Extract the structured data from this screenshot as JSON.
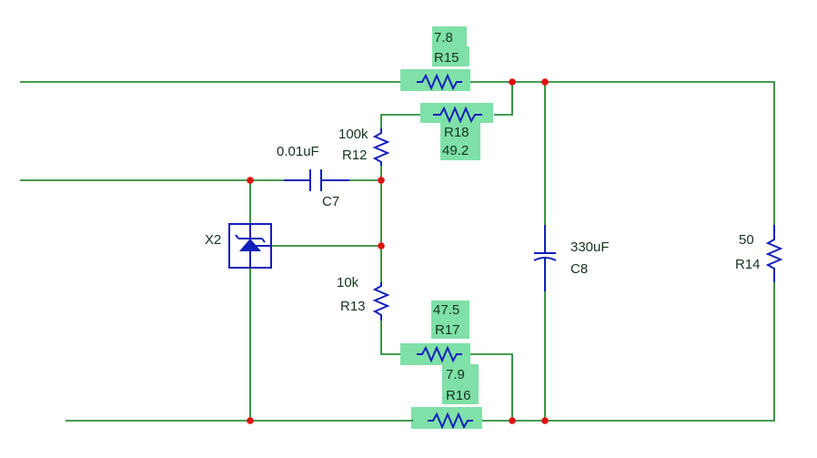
{
  "components": {
    "R15": {
      "ref": "R15",
      "value": "7.8"
    },
    "R18": {
      "ref": "R18",
      "value": "49.2"
    },
    "R12": {
      "ref": "R12",
      "value": "100k"
    },
    "C7": {
      "ref": "C7",
      "value": "0.01uF"
    },
    "X2": {
      "ref": "X2"
    },
    "R13": {
      "ref": "R13",
      "value": "10k"
    },
    "R17": {
      "ref": "R17",
      "value": "47.5"
    },
    "R16": {
      "ref": "R16",
      "value": "7.9"
    },
    "C8": {
      "ref": "C8",
      "value": "330uF"
    },
    "R14": {
      "ref": "R14",
      "value": "50"
    }
  },
  "colors": {
    "wire": "#0a7a1a",
    "component": "#1320b8",
    "junction": "#e01010",
    "highlight": "#7fe0a8",
    "label": "#14331c"
  }
}
